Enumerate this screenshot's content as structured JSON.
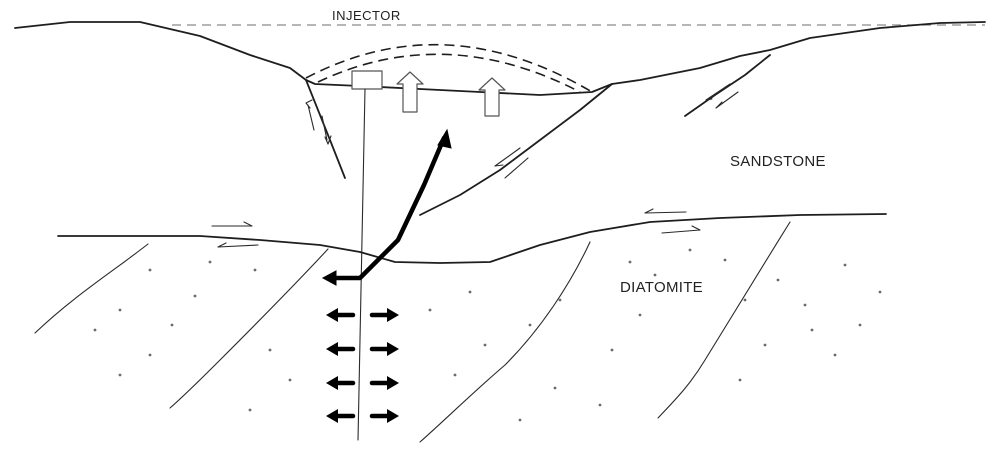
{
  "diagram": {
    "labels": {
      "injector": "INJECTOR",
      "sandstone": "SANDSTONE",
      "diatomite": "DIATOMITE"
    },
    "colors": {
      "ink": "#1e1e1e",
      "reference_line": "#8a8a8a",
      "uplift_arrow": "#555555"
    }
  }
}
